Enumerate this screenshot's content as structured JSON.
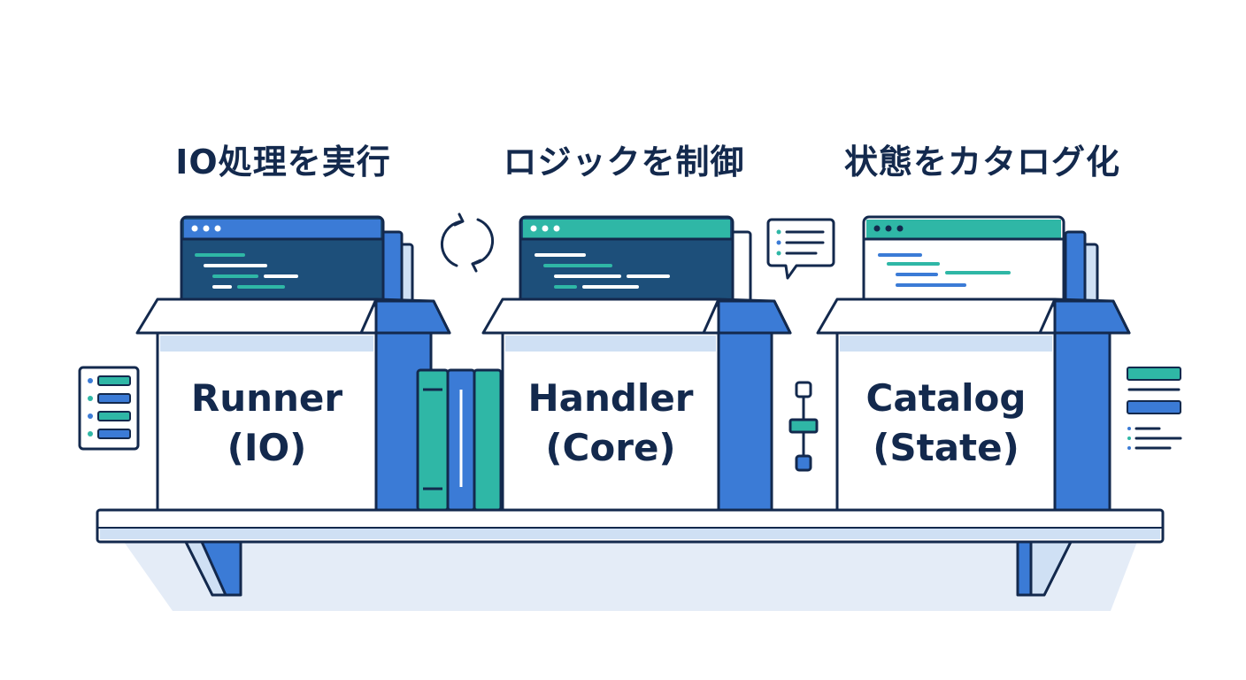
{
  "colors": {
    "navy": "#13294d",
    "blue": "#3b7bd6",
    "teal": "#2fb7a6",
    "light_blue": "#cfe0f4",
    "screen_dark": "#1d4f7a"
  },
  "columns": [
    {
      "title": "IO処理を実行",
      "box_label_line1": "Runner",
      "box_label_line2": "(IO)",
      "header_color": "#3b7bd6",
      "screen": "dark"
    },
    {
      "title": "ロジックを制御",
      "box_label_line1": "Handler",
      "box_label_line2": "(Core)",
      "header_color": "#2fb7a6",
      "screen": "dark"
    },
    {
      "title": "状態をカタログ化",
      "box_label_line1": "Catalog",
      "box_label_line2": "(State)",
      "header_color": "#2fb7a6",
      "screen": "light"
    }
  ],
  "icons": [
    "checklist-icon",
    "refresh-cycle-icon",
    "chat-bubble-icon",
    "flow-connector-icon",
    "lines-list-icon",
    "books-icon"
  ]
}
